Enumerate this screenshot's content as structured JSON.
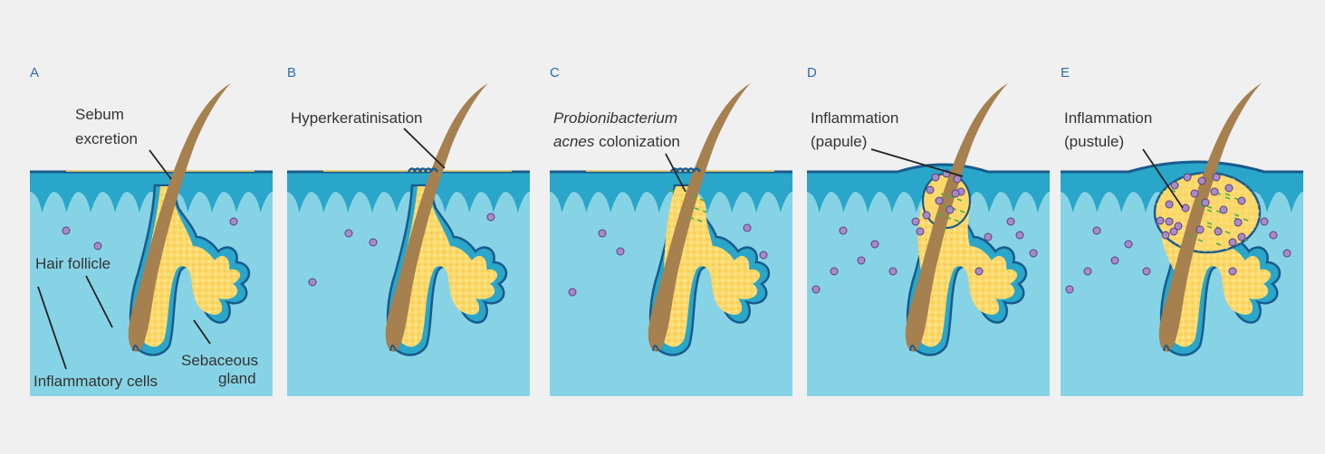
{
  "panels": [
    {
      "letter": "A",
      "stage": 0
    },
    {
      "letter": "B",
      "stage": 1
    },
    {
      "letter": "C",
      "stage": 2
    },
    {
      "letter": "D",
      "stage": 3
    },
    {
      "letter": "E",
      "stage": 4
    }
  ],
  "labels": {
    "sebum_line1": "Sebum",
    "sebum_line2": "excretion",
    "hair_follicle": "Hair follicle",
    "inflammatory_cells": "Inflammatory cells",
    "sebaceous_line1": "Sebaceous",
    "sebaceous_line2": "gland",
    "hyperkeratinisation": "Hyperkeratinisation",
    "probionibacterium": "Probionibacterium",
    "acnes": "acnes",
    "colonization": " colonization",
    "inflammation_d": "Inflammation",
    "papule": "(papule)",
    "inflammation_e": "Inflammation",
    "pustule": "(pustule)"
  },
  "colors": {
    "background": "#f0f0f0",
    "dermis": "#87d3e6",
    "epidermis": "#29a6c9",
    "outline": "#1a5a8c",
    "sebum": "#fcd96a",
    "hair": "#a6804f",
    "cell": "#a88ac6",
    "bacteria": "#4fae4a",
    "letter": "#2b6cb0",
    "text": "#333333"
  }
}
